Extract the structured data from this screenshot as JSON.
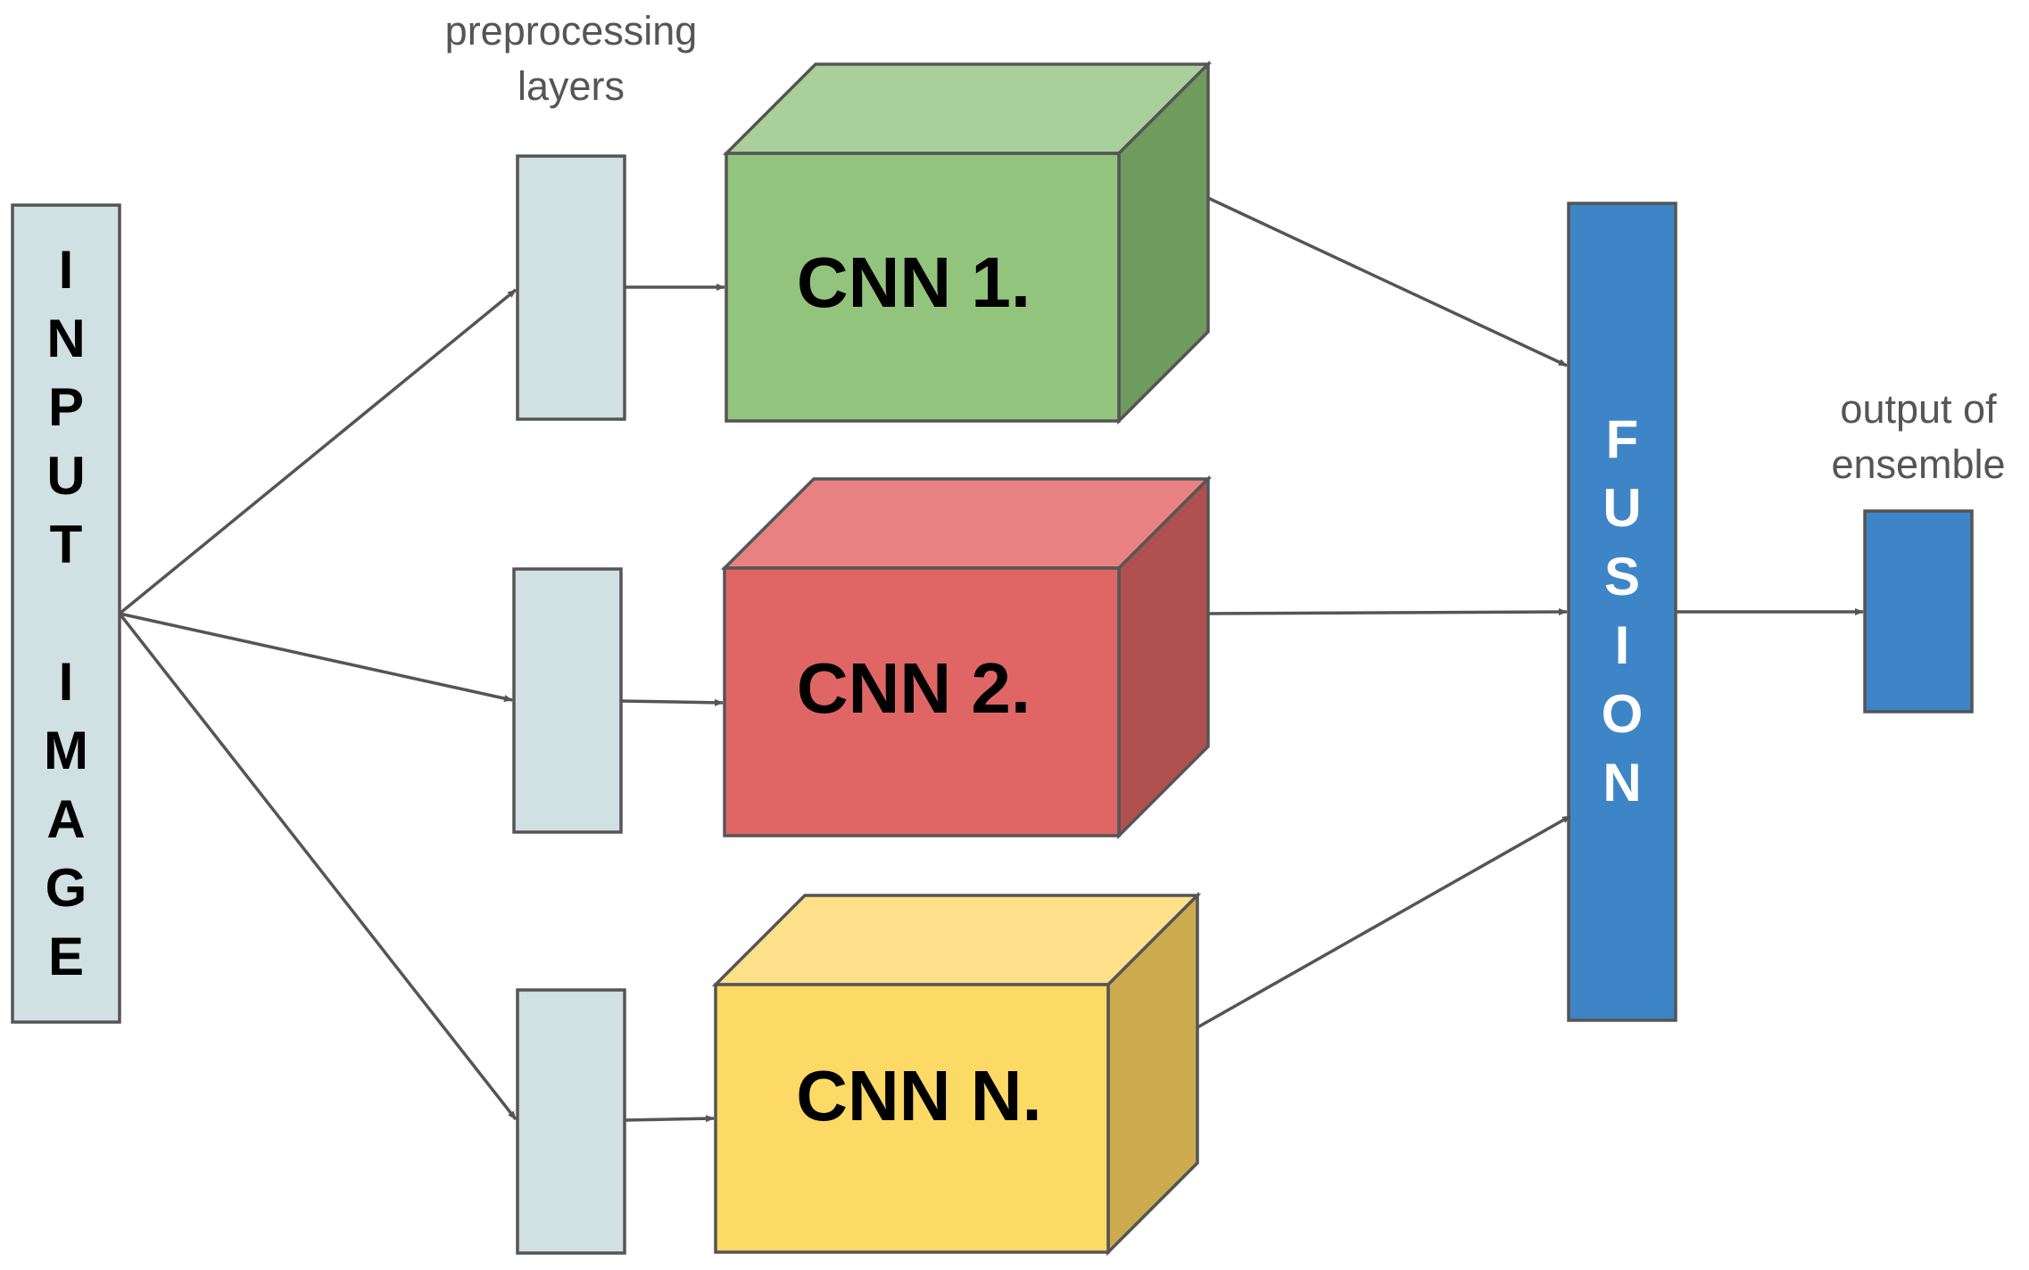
{
  "input_block": {
    "word1": "INPUT",
    "word2": "IMAGE"
  },
  "preprocessing_label": {
    "line1": "preprocessing",
    "line2": "layers"
  },
  "cnn_blocks": [
    {
      "label": "CNN 1.",
      "color_front": "#93c47d",
      "color_top": "#a9d09a",
      "color_side": "#6f9b5f"
    },
    {
      "label": "CNN 2.",
      "color_front": "#e06666",
      "color_top": "#e88282",
      "color_side": "#b04f4f"
    },
    {
      "label": "CNN N.",
      "color_front": "#fdd966",
      "color_top": "#fee18a",
      "color_side": "#ccab4e"
    }
  ],
  "fusion_block": {
    "word": "FUSION",
    "color": "#3d85c6"
  },
  "output_label": {
    "line1": "output of",
    "line2": "ensemble"
  },
  "colors": {
    "input_fill": "#d0e0e3",
    "preprocessing_fill": "#d0e0e3",
    "output_fill": "#3d85c6",
    "line": "#555555"
  }
}
